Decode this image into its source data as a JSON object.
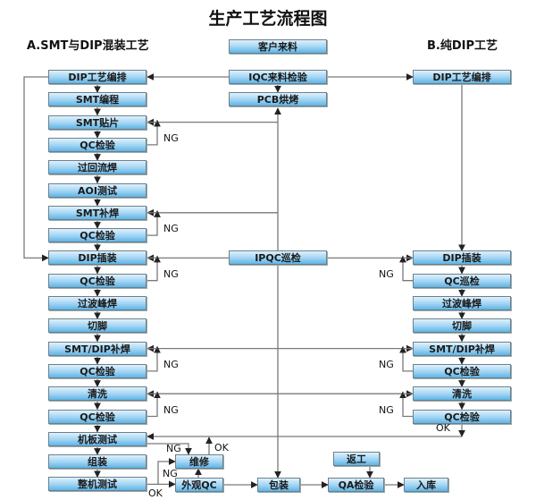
{
  "title": "生产工艺流程图",
  "section_a": "A.SMT与DIP混装工艺",
  "section_b": "B.纯DIP工艺",
  "center": [
    "客户来料",
    "IQC来料检验",
    "PCB烘烤",
    "IPQC巡检"
  ],
  "left_steps": [
    "DIP工艺编排",
    "SMT编程",
    "SMT贴片",
    "QC检验",
    "过回流焊",
    "AOI测试",
    "SMT补焊",
    "QC检验",
    "DIP插装",
    "QC检验",
    "过波峰焊",
    "切脚",
    "SMT/DIP补焊",
    "QC检验",
    "清洗",
    "QC检验",
    "机板测试",
    "组装",
    "整机测试"
  ],
  "right_steps": [
    "DIP工艺编排",
    "DIP插装",
    "QC巡检",
    "过波峰焊",
    "切脚",
    "SMT/DIP补焊",
    "QC检验",
    "清洗",
    "QC检验"
  ],
  "bottom": {
    "repair": "维修",
    "visual_qc": "外观QC",
    "pack": "包装",
    "rework": "返工",
    "qa": "QA检验",
    "store": "入库"
  },
  "labels": {
    "ng": "NG",
    "ok": "OK"
  }
}
